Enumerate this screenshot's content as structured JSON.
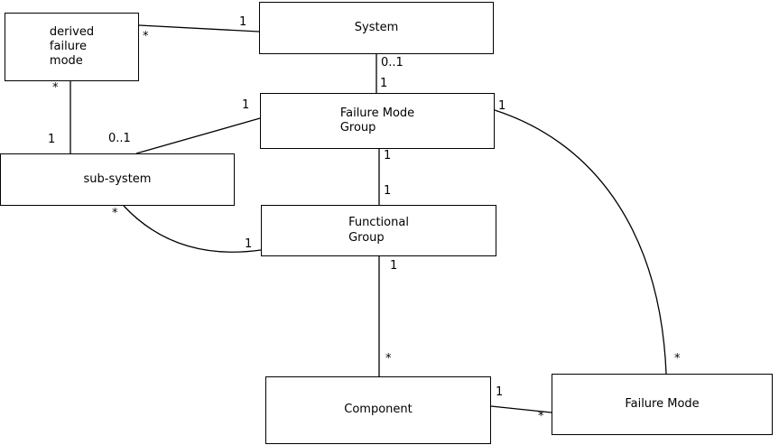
{
  "diagram": {
    "colors": {
      "background": "#ffffff",
      "box_fill": "#ffffff",
      "box_border": "#000000",
      "line": "#000000",
      "text": "#000000"
    },
    "nodes": {
      "derived_failure_mode": {
        "label": "derived\nfailure\nmode"
      },
      "system": {
        "label": "System"
      },
      "failure_mode_group": {
        "label": "Failure Mode\nGroup"
      },
      "sub_system": {
        "label": "sub-system"
      },
      "functional_group": {
        "label": "Functional\nGroup"
      },
      "component": {
        "label": "Component"
      },
      "failure_mode": {
        "label": "Failure Mode"
      }
    },
    "edges": [
      {
        "source": "System",
        "target": "derived failure mode",
        "source_mult": "1",
        "target_mult": "*"
      },
      {
        "source": "System",
        "target": "Failure Mode Group",
        "source_mult": "0..1",
        "target_mult": "1"
      },
      {
        "source": "derived failure mode",
        "target": "sub-system",
        "source_mult": "*",
        "target_mult": "1"
      },
      {
        "source": "Failure Mode Group",
        "target": "sub-system",
        "source_mult": "1",
        "target_mult": "0..1"
      },
      {
        "source": "Failure Mode Group",
        "target": "Functional Group",
        "source_mult": "1",
        "target_mult": "1"
      },
      {
        "source": "Functional Group",
        "target": "Component",
        "source_mult": "1",
        "target_mult": "*"
      },
      {
        "source": "sub-system",
        "target": "Functional Group",
        "source_mult": "*",
        "target_mult": "1"
      },
      {
        "source": "Failure Mode Group",
        "target": "Failure Mode",
        "source_mult": "1",
        "target_mult": "*"
      },
      {
        "source": "Component",
        "target": "Failure Mode",
        "source_mult": "1",
        "target_mult": "*"
      }
    ]
  }
}
